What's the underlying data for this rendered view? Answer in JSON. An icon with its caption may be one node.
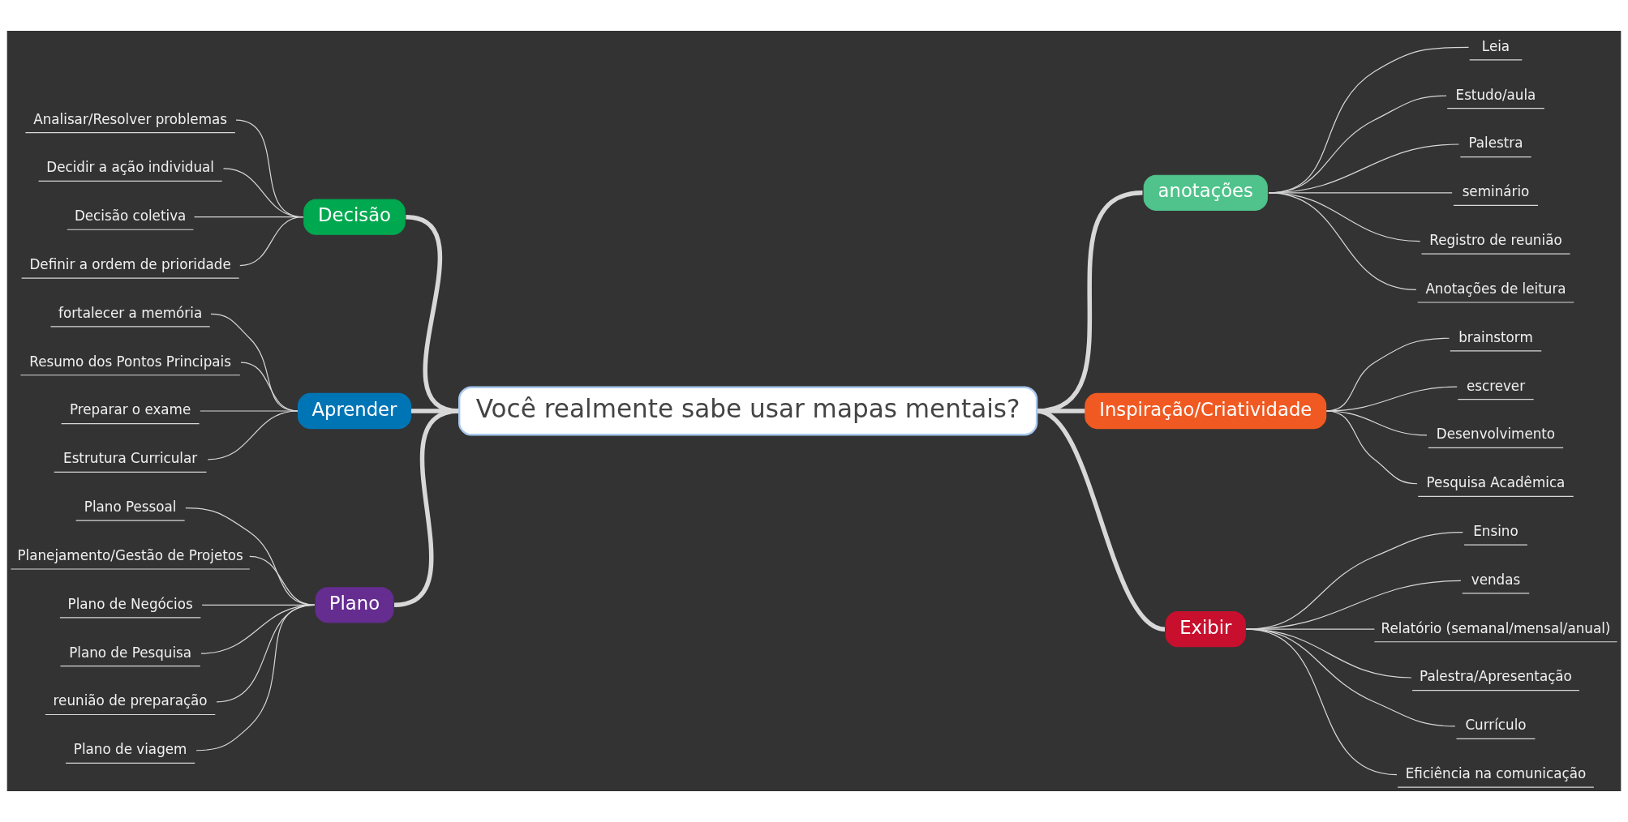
{
  "diagram": {
    "nodes": [
      {
        "text": [
          "Você realmente sabe usar mapas mentais?"
        ]
      },
      {
        "text": [
          "Decisão"
        ]
      },
      {
        "text": [
          "Analisar/Resolver problemas"
        ]
      },
      {
        "text": [
          "Decidir a ação individual"
        ]
      },
      {
        "text": [
          "Decisão coletiva"
        ]
      },
      {
        "text": [
          "Definir a ordem de prioridade"
        ]
      },
      {
        "text": [
          "Aprender"
        ]
      },
      {
        "text": [
          "fortalecer a memória"
        ]
      },
      {
        "text": [
          "Resumo dos Pontos Principais"
        ]
      },
      {
        "text": [
          "Preparar o exame"
        ]
      },
      {
        "text": [
          "Estrutura Curricular"
        ]
      },
      {
        "text": [
          "Plano"
        ]
      },
      {
        "text": [
          "Plano Pessoal"
        ]
      },
      {
        "text": [
          "Planejamento/Gestão de Projetos"
        ]
      },
      {
        "text": [
          "Plano de Negócios"
        ]
      },
      {
        "text": [
          "Plano de Pesquisa"
        ]
      },
      {
        "text": [
          "reunião de preparação"
        ]
      },
      {
        "text": [
          "Plano de viagem"
        ]
      },
      {
        "text": [
          "anotações"
        ]
      },
      {
        "text": [
          "Leia"
        ]
      },
      {
        "text": [
          "Estudo/aula"
        ]
      },
      {
        "text": [
          "Palestra"
        ]
      },
      {
        "text": [
          "seminário"
        ]
      },
      {
        "text": [
          "Registro de reunião"
        ]
      },
      {
        "text": [
          "Anotações de leitura"
        ]
      },
      {
        "text": [
          "Inspiração/Criatividade"
        ]
      },
      {
        "text": [
          "brainstorm"
        ]
      },
      {
        "text": [
          "escrever"
        ]
      },
      {
        "text": [
          "Desenvolvimento"
        ]
      },
      {
        "text": [
          "Pesquisa Acadêmica"
        ]
      },
      {
        "text": [
          "Exibir"
        ]
      },
      {
        "text": [
          "Ensino"
        ]
      },
      {
        "text": [
          "vendas"
        ]
      },
      {
        "text": [
          "Relatório (semanal/mensal/anual)"
        ]
      },
      {
        "text": [
          "Palestra/Apresentação"
        ]
      },
      {
        "text": [
          "Currículo"
        ]
      },
      {
        "text": [
          "Eficiência na comunicação"
        ]
      }
    ],
    "edges": [
      {
        "from": 0,
        "to": 1,
        "arrow": "none",
        "style": "thick"
      },
      {
        "from": 1,
        "to": 2,
        "arrow": "none"
      },
      {
        "from": 1,
        "to": 3,
        "arrow": "none"
      },
      {
        "from": 1,
        "to": 4,
        "arrow": "none"
      },
      {
        "from": 1,
        "to": 5,
        "arrow": "none"
      },
      {
        "from": 0,
        "to": 6,
        "arrow": "none",
        "style": "thick"
      },
      {
        "from": 6,
        "to": 7,
        "arrow": "none"
      },
      {
        "from": 6,
        "to": 8,
        "arrow": "none"
      },
      {
        "from": 6,
        "to": 9,
        "arrow": "none"
      },
      {
        "from": 6,
        "to": 10,
        "arrow": "none"
      },
      {
        "from": 0,
        "to": 11,
        "arrow": "none",
        "style": "thick"
      },
      {
        "from": 11,
        "to": 12,
        "arrow": "none"
      },
      {
        "from": 11,
        "to": 13,
        "arrow": "none"
      },
      {
        "from": 11,
        "to": 14,
        "arrow": "none"
      },
      {
        "from": 11,
        "to": 15,
        "arrow": "none"
      },
      {
        "from": 11,
        "to": 16,
        "arrow": "none"
      },
      {
        "from": 11,
        "to": 17,
        "arrow": "none"
      },
      {
        "from": 0,
        "to": 18,
        "arrow": "none",
        "style": "thick"
      },
      {
        "from": 18,
        "to": 19,
        "arrow": "none"
      },
      {
        "from": 18,
        "to": 20,
        "arrow": "none"
      },
      {
        "from": 18,
        "to": 21,
        "arrow": "none"
      },
      {
        "from": 18,
        "to": 22,
        "arrow": "none"
      },
      {
        "from": 18,
        "to": 23,
        "arrow": "none"
      },
      {
        "from": 18,
        "to": 24,
        "arrow": "none"
      },
      {
        "from": 0,
        "to": 25,
        "arrow": "none",
        "style": "thick"
      },
      {
        "from": 25,
        "to": 26,
        "arrow": "none"
      },
      {
        "from": 25,
        "to": 27,
        "arrow": "none"
      },
      {
        "from": 25,
        "to": 28,
        "arrow": "none"
      },
      {
        "from": 25,
        "to": 29,
        "arrow": "none"
      },
      {
        "from": 0,
        "to": 30,
        "arrow": "none",
        "style": "thick"
      },
      {
        "from": 30,
        "to": 31,
        "arrow": "none"
      },
      {
        "from": 30,
        "to": 32,
        "arrow": "none"
      },
      {
        "from": 30,
        "to": 33,
        "arrow": "none"
      },
      {
        "from": 30,
        "to": 34,
        "arrow": "none"
      },
      {
        "from": 30,
        "to": 35,
        "arrow": "none"
      },
      {
        "from": 30,
        "to": 36,
        "arrow": "none"
      }
    ]
  }
}
